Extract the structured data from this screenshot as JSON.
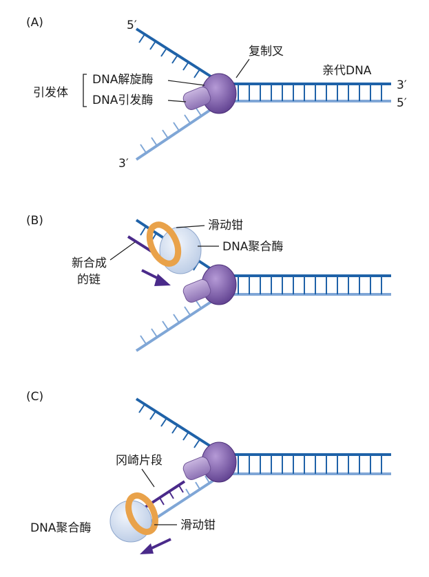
{
  "panels": {
    "a": {
      "tag": "(A)",
      "top_strand_end": "5′",
      "bottom_strand_end": "3′",
      "right_top_end": "3′",
      "right_bottom_end": "5′",
      "fork_label": "复制叉",
      "parent_label": "亲代DNA",
      "primosome_label": "引发体",
      "helicase_label": "DNA解旋酶",
      "primase_label": "DNA引发酶"
    },
    "b": {
      "tag": "(B)",
      "clamp_label": "滑动钳",
      "polymerase_label": "DNA聚合酶",
      "new_strand_label_line1": "新合成",
      "new_strand_label_line2": "的链"
    },
    "c": {
      "tag": "(C)",
      "okazaki_label": "冈崎片段",
      "polymerase_label": "DNA聚合酶",
      "clamp_label": "滑动钳"
    }
  },
  "colors": {
    "dark_strand": "#1f62a8",
    "light_strand": "#7fa6d6",
    "new_strand": "#4a2a8a",
    "helicase": "#7b5aa6",
    "primase": "#a68cc4",
    "polymerase": "#cfdcef",
    "clamp": "#e9a24a"
  }
}
